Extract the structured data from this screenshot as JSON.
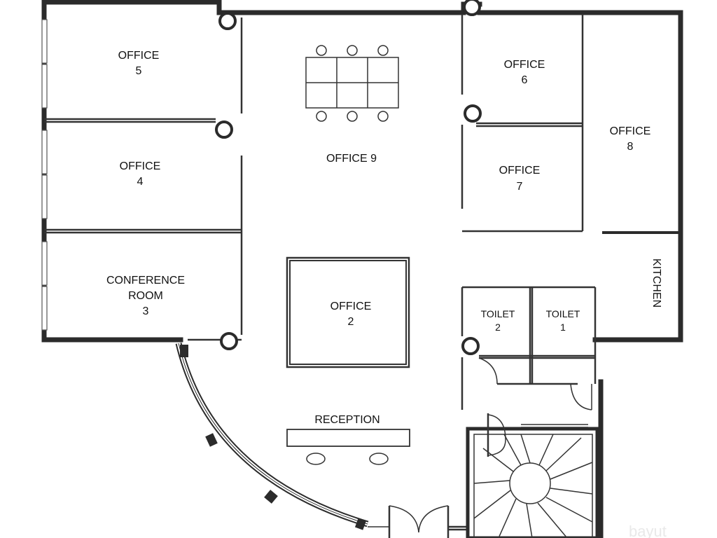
{
  "rooms": {
    "office_5": {
      "line1": "OFFICE",
      "line2": "5"
    },
    "office_4": {
      "line1": "OFFICE",
      "line2": "4"
    },
    "conference_3": {
      "line1": "CONFERENCE",
      "line2": "ROOM",
      "line3": "3"
    },
    "office_9": {
      "line1": "OFFICE 9"
    },
    "office_6": {
      "line1": "OFFICE",
      "line2": "6"
    },
    "office_7": {
      "line1": "OFFICE",
      "line2": "7"
    },
    "office_8": {
      "line1": "OFFICE",
      "line2": "8"
    },
    "office_2": {
      "line1": "OFFICE",
      "line2": "2"
    },
    "toilet_2": {
      "line1": "TOILET",
      "line2": "2"
    },
    "toilet_1": {
      "line1": "TOILET",
      "line2": "1"
    },
    "kitchen": {
      "line1": "KITCHEN"
    },
    "reception": {
      "line1": "RECEPTION"
    }
  },
  "watermark": "bayut"
}
